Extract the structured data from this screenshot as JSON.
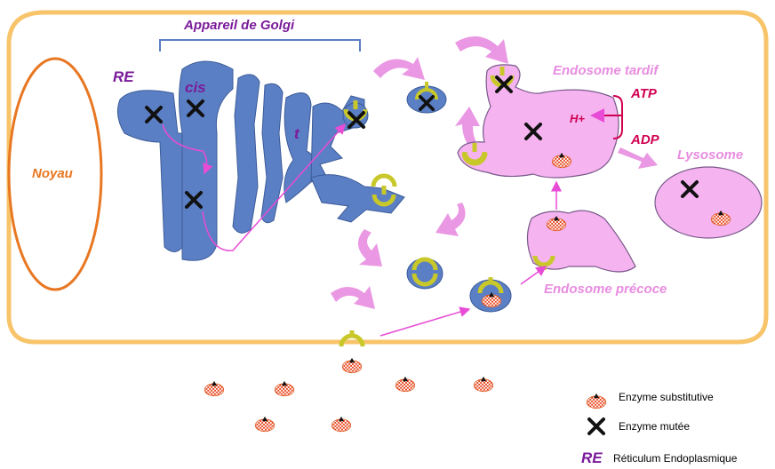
{
  "labels": {
    "golgi": "Appareil de Golgi",
    "re": "RE",
    "cis": "cis",
    "trans": "t",
    "nucleus": "Noyau",
    "late_endosome": "Endosome tardif",
    "lysosome": "Lysosome",
    "early_endosome": "Endosome précoce",
    "atp": "ATP",
    "adp": "ADP",
    "h_plus": "H+"
  },
  "legend": [
    {
      "icon": "enzyme-substitutive-icon",
      "label": "Enzyme substitutive"
    },
    {
      "icon": "mutated-enzyme-icon",
      "label": "Enzyme mutée"
    },
    {
      "icon": "re-abbrev",
      "abbrev": "RE",
      "label": "Réticulum Endoplasmique"
    }
  ],
  "colors": {
    "cell_border": "#f7c46a",
    "nucleus": "#e87722",
    "golgi": "#5b7fc4",
    "endosome": "#f5b3f0",
    "arrow": "#e87bd9",
    "receptor": "#c8c82a",
    "label_purple": "#7a1b9a",
    "label_pink": "#e88de0",
    "atp_red": "#d00050"
  }
}
